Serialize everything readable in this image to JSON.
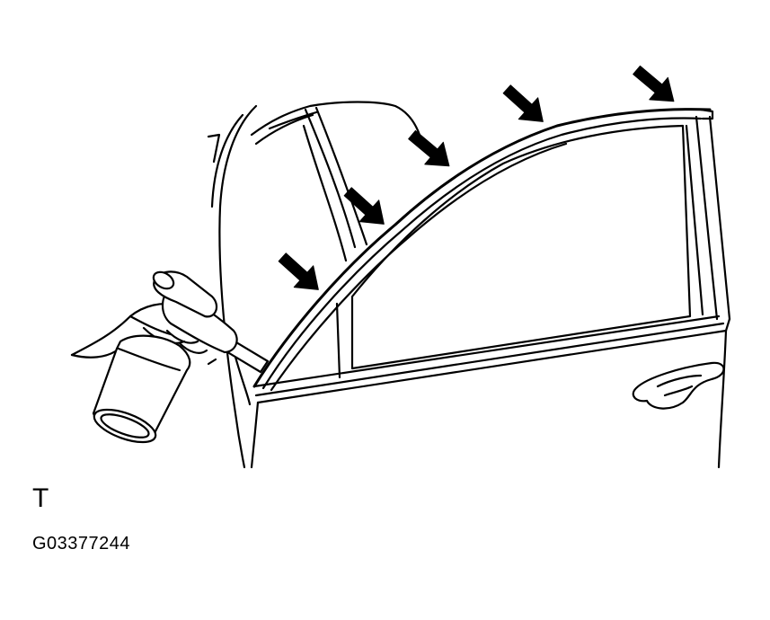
{
  "labels": {
    "view_letter": "T",
    "figure_id": "G03377244"
  },
  "arrows": [
    {
      "name": "arrow-lower-pillar"
    },
    {
      "name": "arrow-upper-pillar"
    },
    {
      "name": "arrow-front-roof"
    },
    {
      "name": "arrow-mid-roof"
    },
    {
      "name": "arrow-rear-roof"
    }
  ],
  "colors": {
    "ink": "#000000",
    "paper": "#ffffff"
  }
}
